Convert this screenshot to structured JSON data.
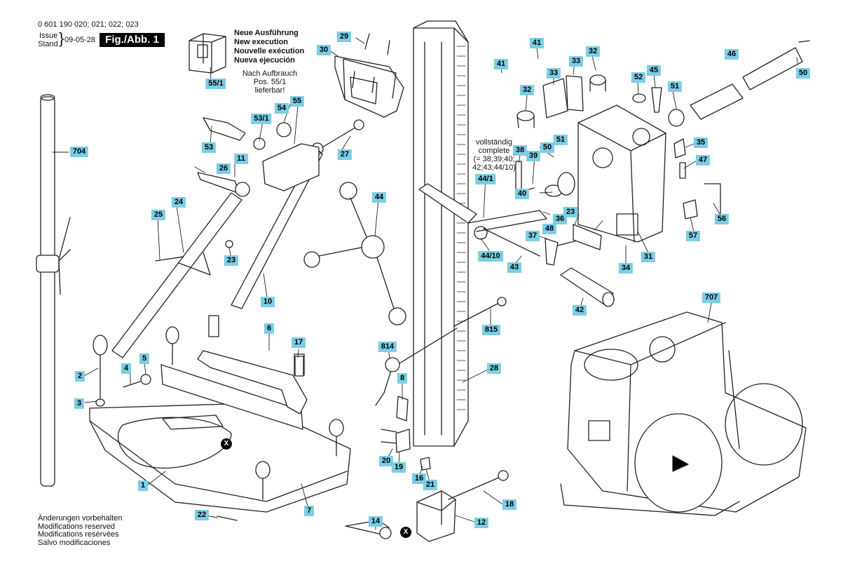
{
  "header": {
    "part_numbers": "0 601 190 020; 021; 022; 023",
    "issue_label": "Issue",
    "stand_label": "Stand",
    "date": "09-05-28",
    "figure": "Fig./Abb. 1"
  },
  "new_execution": [
    "Neue Ausführung",
    "New execution",
    "Nouvelle exécution",
    "Nueva ejecución"
  ],
  "availability_note": [
    "Nach Aufbrauch",
    "Pos. 55/1",
    "lieferbar!"
  ],
  "complete_note": [
    "vollständig",
    "complete",
    "(= 38;39;40;",
    "42;43;44/10)"
  ],
  "footer": [
    "Änderungen vorbehalten",
    "Modifications reserved",
    "Modifications resérvées",
    "Salvo modificaciones"
  ],
  "marker": "X",
  "colors": {
    "label_bg": "#7ccde6",
    "line": "#222222"
  },
  "part_labels": [
    "55/1",
    "29",
    "30",
    "41",
    "33",
    "32",
    "46",
    "50",
    "41",
    "33",
    "32",
    "52",
    "45",
    "51",
    "704",
    "54",
    "55",
    "53/1",
    "53",
    "27",
    "11",
    "26",
    "38",
    "39",
    "50",
    "51",
    "35",
    "47",
    "44",
    "44/1",
    "24",
    "25",
    "23",
    "10",
    "40",
    "23",
    "36",
    "48",
    "37",
    "56",
    "57",
    "31",
    "34",
    "44/10",
    "43",
    "42",
    "707",
    "6",
    "17",
    "2",
    "4",
    "5",
    "3",
    "815",
    "814",
    "28",
    "8",
    "20",
    "19",
    "16",
    "21",
    "1",
    "7",
    "22",
    "14",
    "12",
    "18"
  ]
}
